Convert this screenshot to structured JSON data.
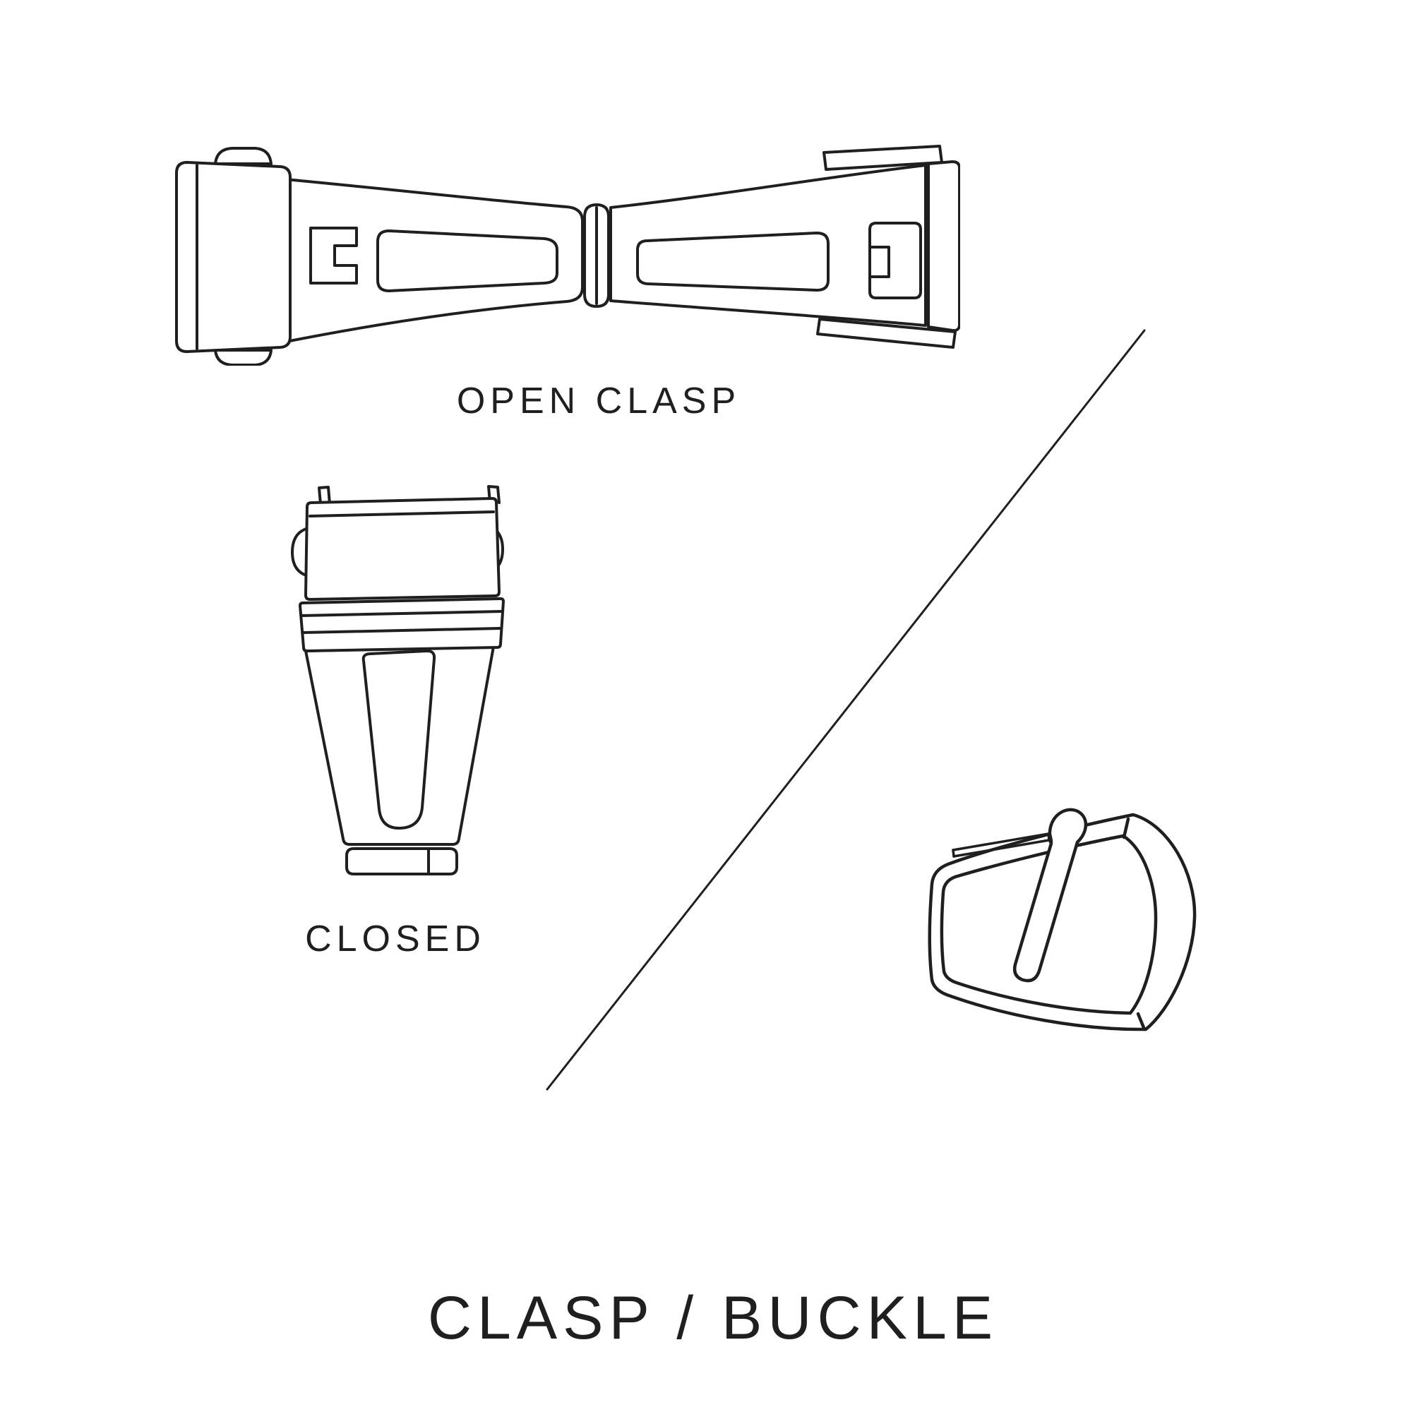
{
  "page": {
    "background": "#ffffff",
    "ink": "#1f1f1f"
  },
  "labels": {
    "open_clasp": "OPEN CLASP",
    "closed": "CLOSED"
  },
  "title": "CLASP / BUCKLE",
  "illustrations": {
    "open_clasp": "open watch clasp, top view line drawing",
    "closed_clasp": "closed watch clasp, front view line drawing",
    "buckle": "tang buckle line drawing",
    "divider": "diagonal divider line"
  }
}
